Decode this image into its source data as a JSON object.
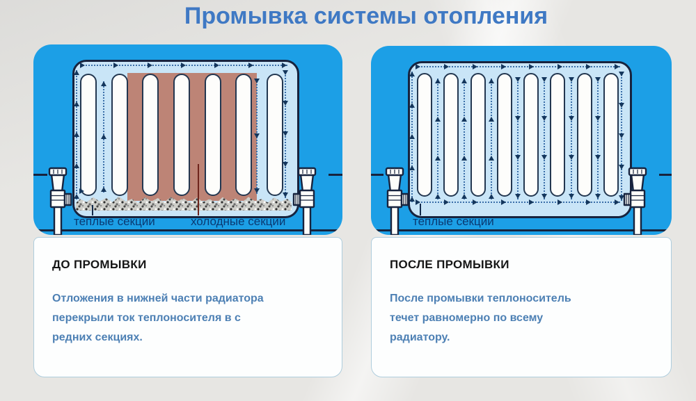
{
  "title": "Промывка системы отопления",
  "panels": [
    {
      "id": "before",
      "card": {
        "heading": "ДО ПРОМЫВКИ",
        "body": "Отложения в нижней части радиатора\nперекрыли ток теплоносителя в с\nредних секциях."
      },
      "diagram": {
        "section_count": 7,
        "has_cold_sections": true,
        "has_sediment": true,
        "labels": [
          "теплые секции",
          "холодные секции"
        ]
      }
    },
    {
      "id": "after",
      "card": {
        "heading": "ПОСЛЕ ПРОМЫВКИ",
        "body": "После промывки теплоноситель\nтечет равномерно по всему\nрадиатору."
      },
      "diagram": {
        "section_count": 8,
        "has_cold_sections": false,
        "has_sediment": false,
        "labels": [
          "теплые секции"
        ]
      }
    }
  ],
  "colors": {
    "background": "#e7e6e3",
    "title_blue": "#3f79c4",
    "panel_blue": "#1c9fe6",
    "radiator_fill": "#c9e5f7",
    "radiator_border": "#17233e",
    "section_white": "#fdfdfb",
    "cold_section_brown": "#bd8476",
    "flow_dots": "#3a6ea8",
    "arrowhead": "#14365c",
    "diagram_label_navy": "#0a3a72",
    "cold_pointer_red": "#6e241c",
    "card_heading": "#161616",
    "card_body_blue": "#4d80b4"
  }
}
